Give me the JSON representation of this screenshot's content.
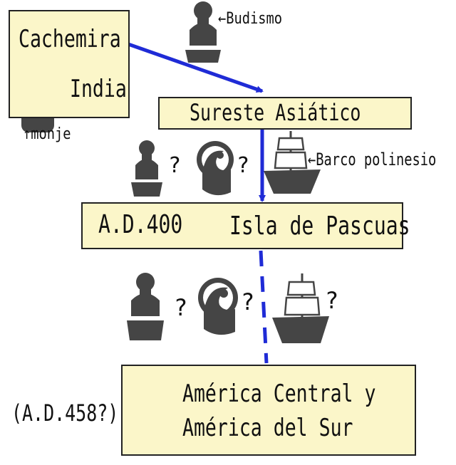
{
  "diagram": {
    "origin_box": {
      "line1": "Cachemira",
      "line2": "India"
    },
    "monk_caption": "↑monje",
    "buddhism_caption": "←Budismo",
    "southeast_box": {
      "label": "Sureste Asiático"
    },
    "boat_caption": "←Barco polinesio",
    "easter_box": {
      "date": "A.D.400",
      "label": "Isla de Pascuas"
    },
    "uncertain_mark": "?",
    "americas_box": {
      "line1": "América Central y",
      "line2": "América del Sur"
    },
    "americas_date": "(A.D.458?)",
    "colors": {
      "box_fill": "#fbf6c9",
      "arrow": "#1f2bd6",
      "icon": "#454545"
    }
  }
}
